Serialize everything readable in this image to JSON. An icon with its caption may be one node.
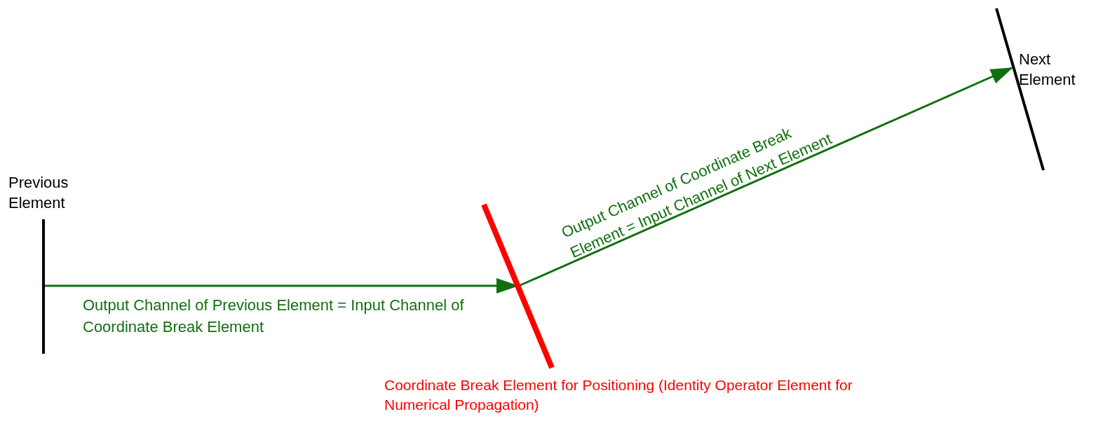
{
  "diagram": {
    "nodes": [
      {
        "text": [
          "Previous Element"
        ]
      },
      {
        "text": [],
        "shape": "bar",
        "beside": [
          "Coordinate Break Element for Positioning (Identity Operator Element for Numerical Propagation)"
        ]
      },
      {
        "text": [
          "Next Element"
        ]
      }
    ],
    "edges": [
      {
        "from": 0,
        "to": 1,
        "arrow": "to",
        "label": "Output Channel of Previous Element = Input Channel of Coordinate Break Element"
      },
      {
        "from": 1,
        "to": 2,
        "arrow": "to",
        "label": "Output Channel of Coordinate Break Element = Input Channel of Next Element"
      }
    ]
  }
}
